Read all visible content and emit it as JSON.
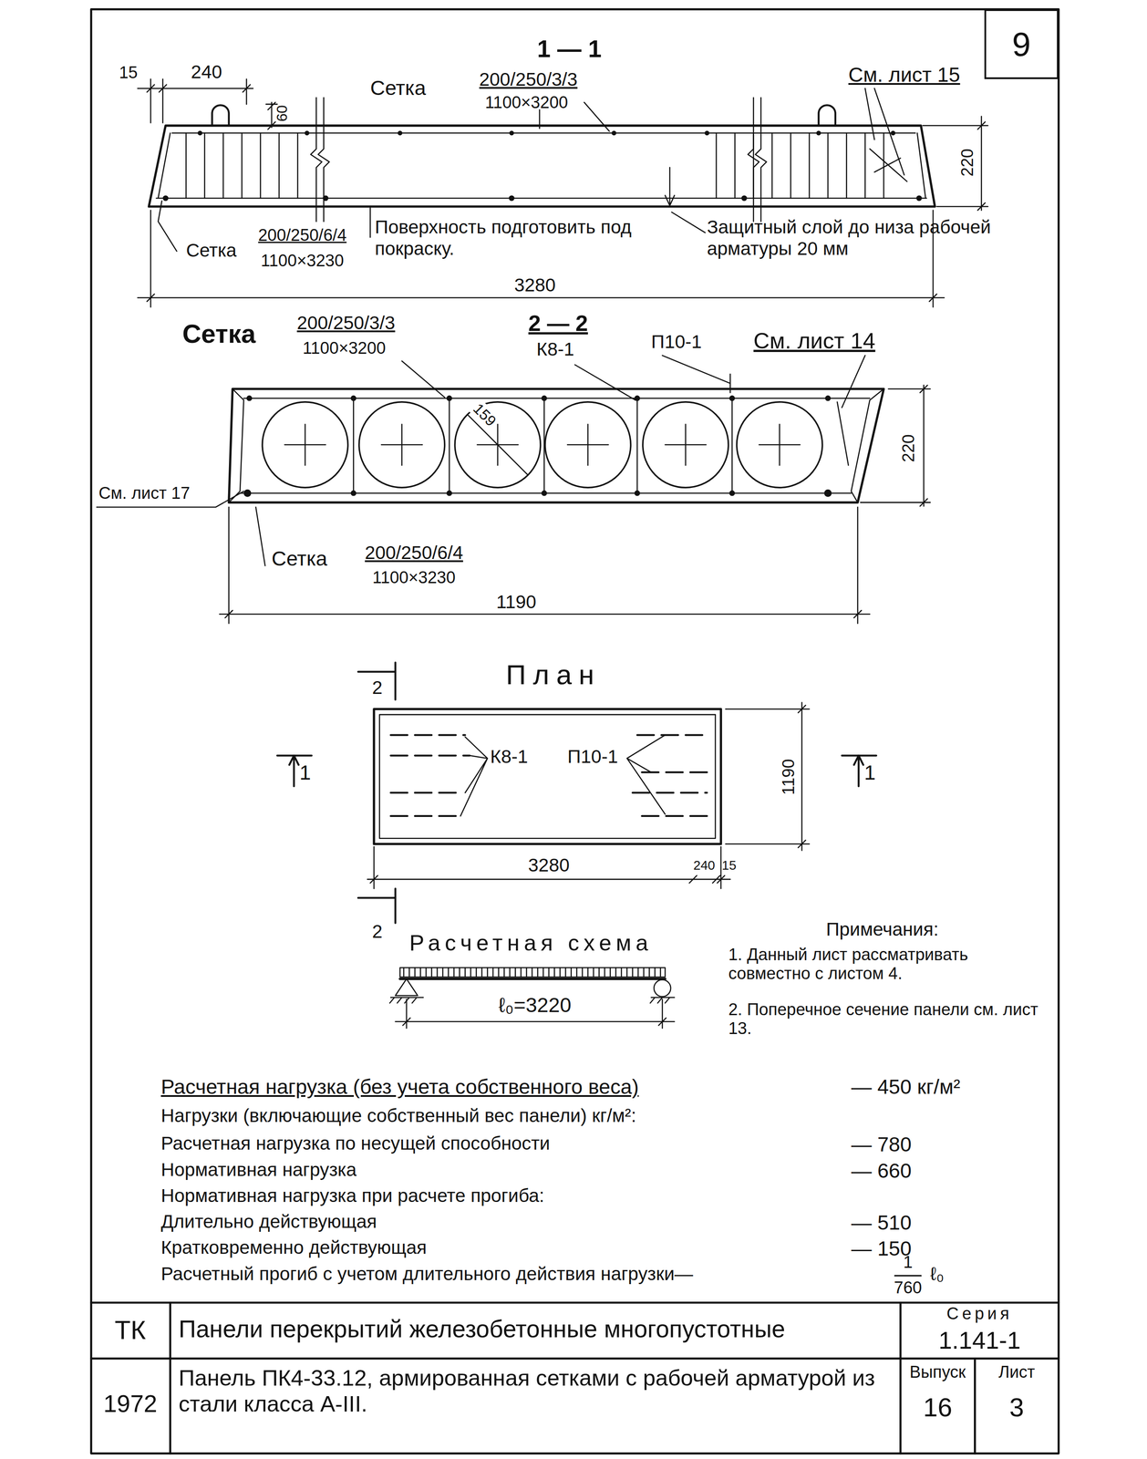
{
  "diagram": {
    "nodes": [
      {
        "text": [
          "9"
        ]
      }
    ],
    "labels": [
      "15",
      "240",
      "1 — 1",
      "Сетка",
      "200/250/3/3",
      "1100×3200",
      "См. лист 15",
      "60",
      "220",
      "Сетка",
      "200/250/6/4",
      "1100×3230",
      "Поверхность подготовить под покраску.",
      "Защитный слой до низа рабочей арматуры 20 мм",
      "3280",
      "Сетка",
      "200/250/3/3",
      "1100×3200",
      "2 — 2",
      "К8-1",
      "П10-1",
      "См. лист 14",
      "159",
      "220",
      "См. лист 17",
      "Сетка",
      "200/250/6/4",
      "1100×3230",
      "1190",
      "2",
      "План",
      "1",
      "К8-1",
      "П10-1",
      "1190",
      "1",
      "3280",
      "240",
      "15",
      "2",
      "Расчетная схема",
      "ℓ₀=3220",
      "Примечания:",
      "1. Данный лист рассматривать совместно с листом 4.",
      "2. Поперечное сечение панели см. лист 13.",
      "Расчетная нагрузка (без учета собственного веса)",
      "— 450 кг/м²",
      "Нагрузки (включающие собственный вес панели) кг/м²:",
      "Расчетная нагрузка по несущей способности",
      "— 780",
      "Нормативная нагрузка",
      "— 660",
      "Нормативная нагрузка при расчете прогиба:",
      "Длительно действующая",
      "— 510",
      "Кратковременно действующая",
      "— 150",
      "Расчетный прогиб с учетом длительного действия нагрузки—",
      "1",
      "760",
      "ℓ₀",
      "ТК",
      "Панели перекрытий железобетонные многопустотные",
      "Серия",
      "1.141-1",
      "1972",
      "Панель ПК4-33.12, армированная сетками с рабочей арматурой из стали класса А-III.",
      "Выпуск",
      "16",
      "Лист",
      "3"
    ]
  }
}
